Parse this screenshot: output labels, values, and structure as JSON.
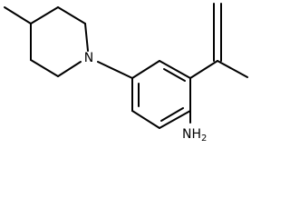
{
  "molecule": {
    "atom_labels": {
      "nitrogen": "N",
      "amino": "NH",
      "amino_subscript": "2"
    },
    "bond_color": "#000000"
  }
}
